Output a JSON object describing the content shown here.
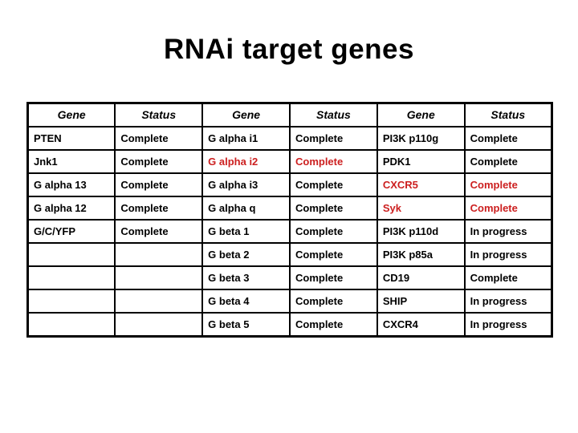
{
  "slide": {
    "title": "RNAi target genes"
  },
  "colors": {
    "background": "#ffffff",
    "text": "#000000",
    "highlight": "#cc1f1f",
    "border": "#000000"
  },
  "table": {
    "columns": [
      "Gene",
      "Status",
      "Gene",
      "Status",
      "Gene",
      "Status"
    ],
    "rows": [
      [
        {
          "text": "PTEN"
        },
        {
          "text": "Complete"
        },
        {
          "text": "G alpha i1"
        },
        {
          "text": "Complete"
        },
        {
          "text": "PI3K p110g"
        },
        {
          "text": "Complete"
        }
      ],
      [
        {
          "text": "Jnk1"
        },
        {
          "text": "Complete"
        },
        {
          "text": "G alpha i2",
          "highlight": true
        },
        {
          "text": "Complete",
          "highlight": true
        },
        {
          "text": "PDK1"
        },
        {
          "text": "Complete"
        }
      ],
      [
        {
          "text": "G alpha 13"
        },
        {
          "text": "Complete"
        },
        {
          "text": "G alpha i3"
        },
        {
          "text": "Complete"
        },
        {
          "text": "CXCR5",
          "highlight": true
        },
        {
          "text": "Complete",
          "highlight": true
        }
      ],
      [
        {
          "text": "G alpha 12"
        },
        {
          "text": "Complete"
        },
        {
          "text": "G alpha q"
        },
        {
          "text": "Complete"
        },
        {
          "text": "Syk",
          "highlight": true
        },
        {
          "text": "Complete",
          "highlight": true
        }
      ],
      [
        {
          "text": "G/C/YFP"
        },
        {
          "text": "Complete"
        },
        {
          "text": "G beta 1"
        },
        {
          "text": "Complete"
        },
        {
          "text": "PI3K p110d"
        },
        {
          "text": "In progress"
        }
      ],
      [
        {
          "text": ""
        },
        {
          "text": ""
        },
        {
          "text": "G beta 2"
        },
        {
          "text": "Complete"
        },
        {
          "text": "PI3K p85a"
        },
        {
          "text": "In progress"
        }
      ],
      [
        {
          "text": ""
        },
        {
          "text": ""
        },
        {
          "text": "G beta 3"
        },
        {
          "text": "Complete"
        },
        {
          "text": "CD19"
        },
        {
          "text": "Complete"
        }
      ],
      [
        {
          "text": ""
        },
        {
          "text": ""
        },
        {
          "text": "G beta 4"
        },
        {
          "text": "Complete"
        },
        {
          "text": "SHIP"
        },
        {
          "text": "In progress"
        }
      ],
      [
        {
          "text": ""
        },
        {
          "text": ""
        },
        {
          "text": "G beta 5"
        },
        {
          "text": "Complete"
        },
        {
          "text": "CXCR4"
        },
        {
          "text": "In progress"
        }
      ]
    ]
  }
}
